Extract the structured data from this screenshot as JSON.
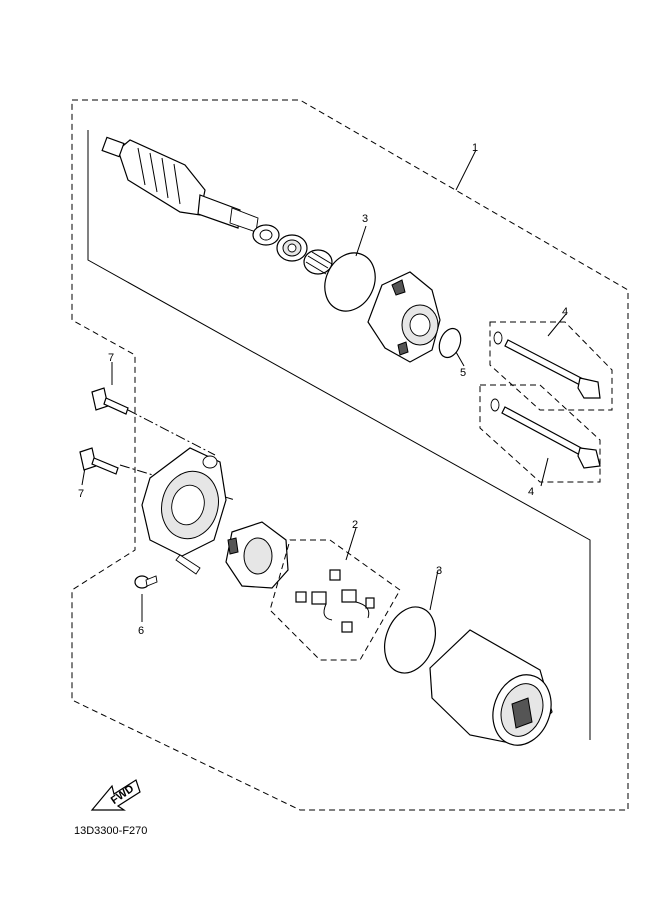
{
  "callouts": [
    {
      "id": "callout-1",
      "label": "1"
    },
    {
      "id": "callout-2",
      "label": "2"
    },
    {
      "id": "callout-3-top",
      "label": "3"
    },
    {
      "id": "callout-3-bottom",
      "label": "3"
    },
    {
      "id": "callout-4-top",
      "label": "4"
    },
    {
      "id": "callout-4-bottom",
      "label": "4"
    },
    {
      "id": "callout-5",
      "label": "5"
    },
    {
      "id": "callout-6",
      "label": "6"
    },
    {
      "id": "callout-7-top",
      "label": "7"
    },
    {
      "id": "callout-7-bottom",
      "label": "7"
    }
  ],
  "fwd_label": "FWD",
  "drawing_code": "13D3300-F270"
}
